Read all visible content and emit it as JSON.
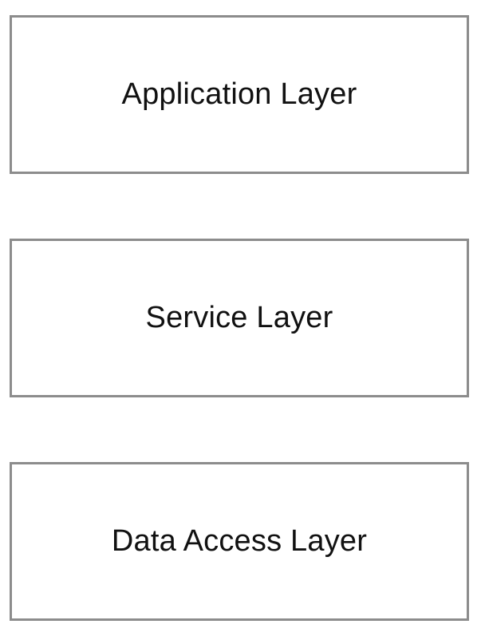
{
  "diagram": {
    "layers": [
      {
        "label": "Application Layer"
      },
      {
        "label": "Service Layer"
      },
      {
        "label": "Data Access Layer"
      }
    ]
  },
  "colors": {
    "border": "#8c8c8c",
    "text": "#111111",
    "background": "#ffffff"
  }
}
